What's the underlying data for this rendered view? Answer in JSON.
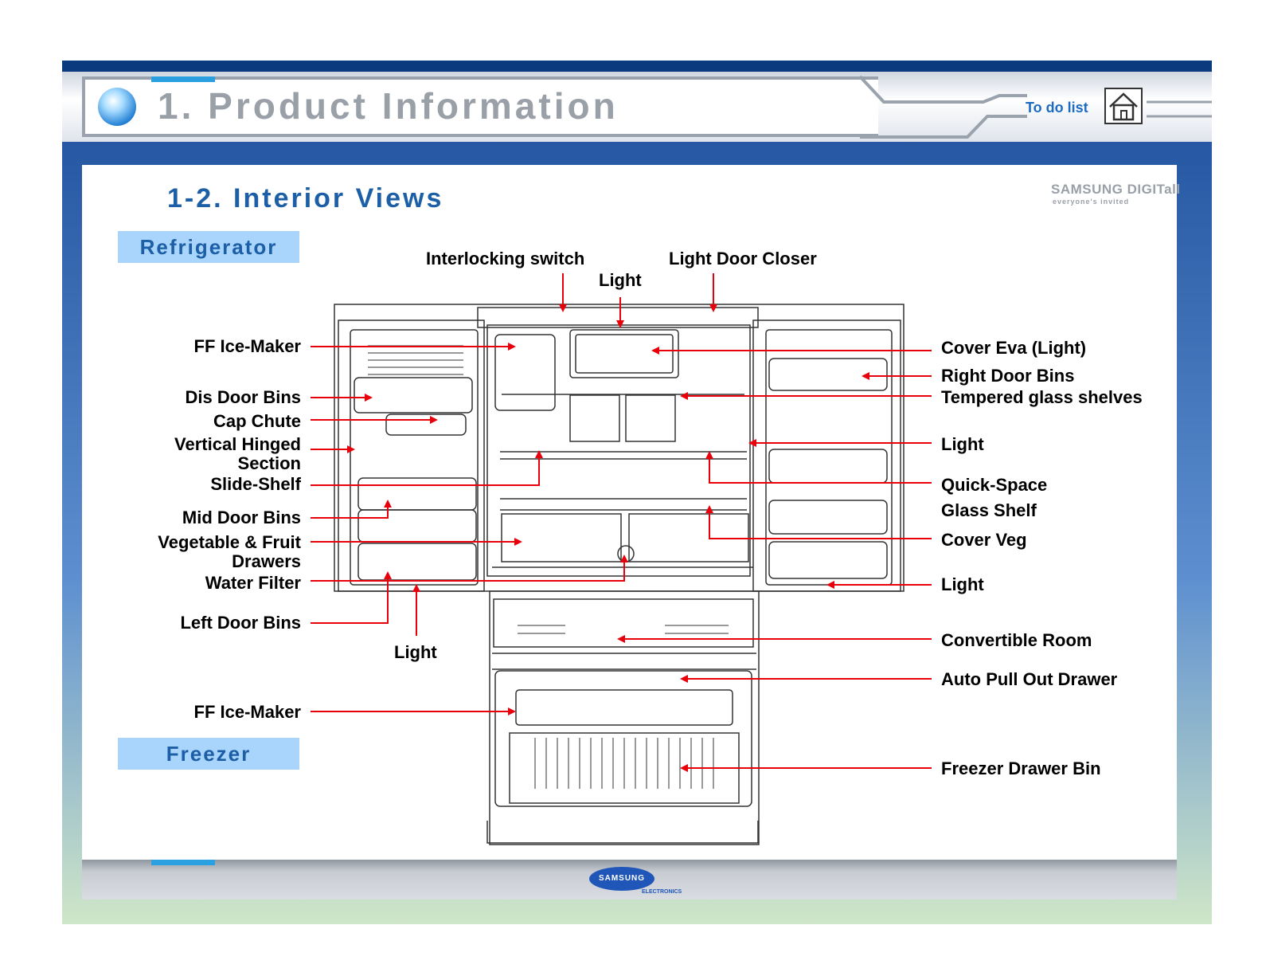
{
  "header": {
    "title": "1. Product Information",
    "todo_link": "To do list"
  },
  "page": {
    "subtitle": "1-2. Interior Views",
    "brand": "SAMSUNG DIGITall",
    "brand_tagline": "everyone's invited",
    "footer_logo": "SAMSUNG",
    "footer_logo_sub": "ELECTRONICS"
  },
  "sections": {
    "refrigerator": "Refrigerator",
    "freezer": "Freezer"
  },
  "labels": {
    "interlocking_switch": "Interlocking switch",
    "light_top": "Light",
    "light_door_closer": "Light Door Closer",
    "ff_ice_maker_top": "FF Ice-Maker",
    "dis_door_bins": "Dis Door Bins",
    "cap_chute": "Cap Chute",
    "vertical_hinged_1": "Vertical Hinged",
    "vertical_hinged_2": "Section",
    "slide_shelf": "Slide-Shelf",
    "mid_door_bins": "Mid Door Bins",
    "veg_fruit_1": "Vegetable & Fruit",
    "veg_fruit_2": "Drawers",
    "water_filter": "Water Filter",
    "left_door_bins": "Left Door Bins",
    "light_bottom": "Light",
    "ff_ice_maker_bottom": "FF Ice-Maker",
    "cover_eva": "Cover Eva (Light)",
    "right_door_bins": "Right Door Bins",
    "tempered_glass": "Tempered glass shelves",
    "light_right_1": "Light",
    "quick_space_1": "Quick-Space",
    "quick_space_2": "Glass Shelf",
    "cover_veg": "Cover Veg",
    "light_right_2": "Light",
    "convertible_room": "Convertible Room",
    "auto_pull_out": "Auto Pull Out Drawer",
    "freezer_drawer_bin": "Freezer Drawer Bin"
  },
  "colors": {
    "accent": "#1c5fa6",
    "callout": "#e8000b",
    "section_bg": "#a9d4fb"
  },
  "icons": {
    "home": "home-icon",
    "orb": "orb-icon"
  }
}
